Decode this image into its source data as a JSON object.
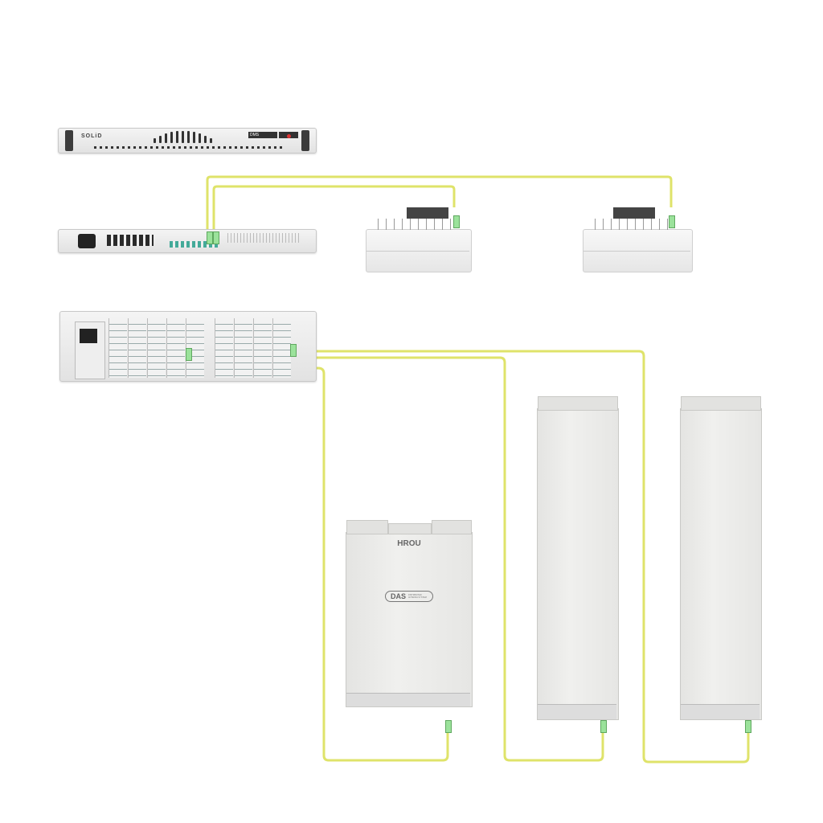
{
  "devices": {
    "head_end": {
      "brand": "SOLiD",
      "model_label": "DMS"
    },
    "hrou": {
      "label": "HROU",
      "badge": "DAS",
      "badge_sub": "DISTRIBUTED ANTENNA SYSTEM"
    }
  },
  "colors": {
    "fiber": "#dfe36a",
    "connector": "#9be29b"
  }
}
